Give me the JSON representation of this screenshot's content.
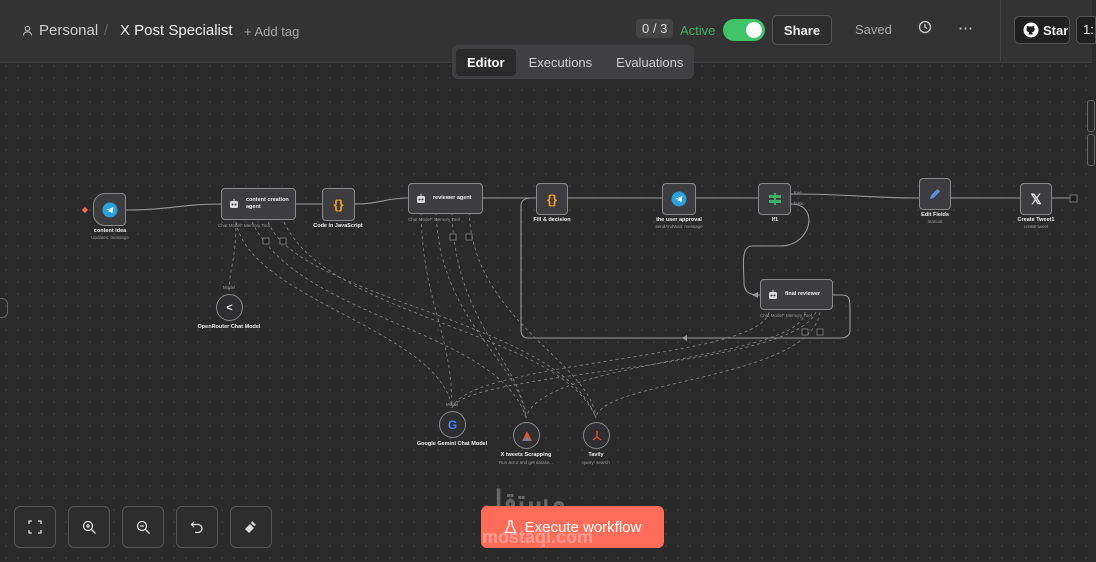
{
  "header": {
    "project": "Personal",
    "separator": "/",
    "workflow_name": "X Post Specialist",
    "add_tag": "+ Add tag",
    "counter": "0 / 3",
    "active_label": "Active",
    "active": true,
    "share": "Share",
    "saved": "Saved",
    "star": "Star",
    "star_count": "1:"
  },
  "tabs": [
    {
      "label": "Editor",
      "selected": true
    },
    {
      "label": "Executions",
      "selected": false
    },
    {
      "label": "Evaluations",
      "selected": false
    }
  ],
  "nodes": {
    "content_idea": {
      "title": "content idea",
      "sub": "Updates: message",
      "icon": "telegram-icon"
    },
    "content_agent": {
      "title": "content creation agent",
      "ports": [
        "Chat Model*",
        "Memory",
        "Tool"
      ]
    },
    "code_js": {
      "title": "Code in JavaScript",
      "icon": "braces-icon"
    },
    "reviewer_agent": {
      "title": "reviewer agent",
      "ports": [
        "Chat Model*",
        "Memory",
        "Tool"
      ]
    },
    "fill_decision": {
      "title": "Fill & decision",
      "icon": "braces-icon"
    },
    "user_approval": {
      "title": "the user approval",
      "sub": "sendAndWait: message",
      "icon": "telegram-icon"
    },
    "if1": {
      "title": "If1",
      "outputs": [
        "true",
        "false"
      ]
    },
    "edit_fields": {
      "title": "Edit Fields",
      "sub": "manual",
      "icon": "pencil-icon"
    },
    "create_tweet": {
      "title": "Create Tweet1",
      "sub": "create:tweet",
      "icon": "x-logo-icon"
    },
    "final_reviewer": {
      "title": "final reviewer",
      "ports": [
        "Chat Model*",
        "Memory",
        "Tool"
      ]
    },
    "openrouter": {
      "title": "OpenRouter Chat Model",
      "port": "Model"
    },
    "gemini": {
      "title": "Google Gemini Chat Model",
      "port": "Model"
    },
    "x_scrapping": {
      "title": "X tweets Scrapping",
      "sub": "Run actor and get datase..."
    },
    "tavily": {
      "title": "Tavily",
      "sub": "query: search"
    }
  },
  "controls": {
    "fit": "fit-view-icon",
    "zoom_in": "zoom-in-icon",
    "zoom_out": "zoom-out-icon",
    "undo": "undo-icon",
    "tidy": "broom-icon"
  },
  "execute": "Execute workflow",
  "watermark": {
    "arabic": "مستقل",
    "latin": "mostaql.com"
  },
  "colors": {
    "accent": "#ff6d5a",
    "active": "#3fc46a",
    "telegram": "#2aa1da",
    "code": "#f0a030",
    "if": "#3fb068",
    "edit": "#5a8fe0"
  }
}
